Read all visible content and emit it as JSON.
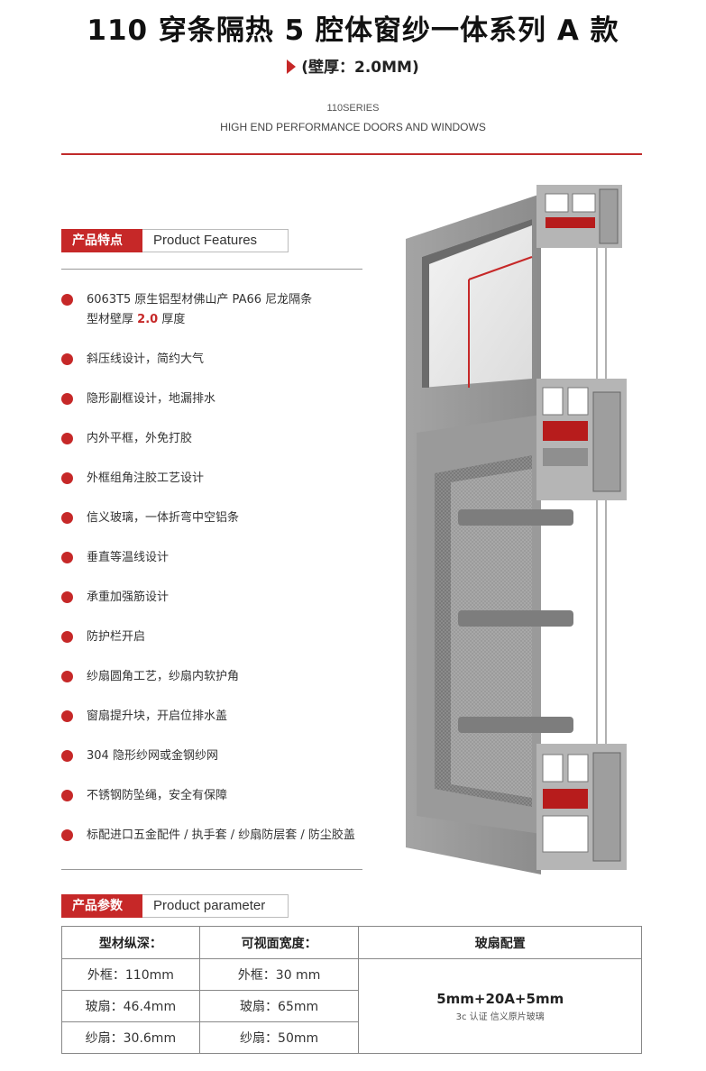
{
  "header": {
    "title": "110 穿条隔热 5 腔体窗纱一体系列 A 款",
    "subtitle": "(壁厚：2.0MM)",
    "series": "110SERIES",
    "tagline": "HIGH END PERFORMANCE DOORS AND WINDOWS"
  },
  "features_section": {
    "label_cn": "产品特点",
    "label_en": "Product Features",
    "items": [
      {
        "text": "6063T5 原生铝型材佛山产 PA66 尼龙隔条"
      },
      {
        "text": "型材壁厚"
      },
      {
        "text": "斜压线设计，简约大气"
      },
      {
        "text": "隐形副框设计，地漏排水"
      },
      {
        "text": "内外平框，外免打胶"
      },
      {
        "text": "外框组角注胶工艺设计"
      },
      {
        "text": "信义玻璃，一体折弯中空铝条"
      },
      {
        "text": "垂直等温线设计"
      },
      {
        "text": "承重加强筋设计"
      },
      {
        "text": "防护栏开启"
      },
      {
        "text": "纱扇圆角工艺，纱扇内软护角"
      },
      {
        "text": "窗扇提升块，开启位排水盖"
      },
      {
        "text": "304 隐形纱网或金钢纱网"
      },
      {
        "text": "不锈钢防坠绳，安全有保障"
      },
      {
        "text": "标配进口五金配件 / 执手套 / 纱扇防层套 / 防尘胶盖"
      }
    ],
    "thickness_value": "2.0",
    "thickness_unit": "厚度"
  },
  "params_section": {
    "label_cn": "产品参数",
    "label_en": "Product parameter",
    "headers": [
      "型材纵深：",
      "可视面宽度：",
      "玻扇配置"
    ],
    "rows": [
      [
        "外框：110mm",
        "外框：30 mm"
      ],
      [
        "玻扇：46.4mm",
        "玻扇：65mm"
      ],
      [
        "纱扇：30.6mm",
        "纱扇：50mm"
      ]
    ],
    "glass_main": "5mm+20A+5mm",
    "glass_sub": "3c 认证 信义原片玻璃"
  },
  "colors": {
    "accent": "#c62828",
    "frame": "#8a8a8a"
  }
}
